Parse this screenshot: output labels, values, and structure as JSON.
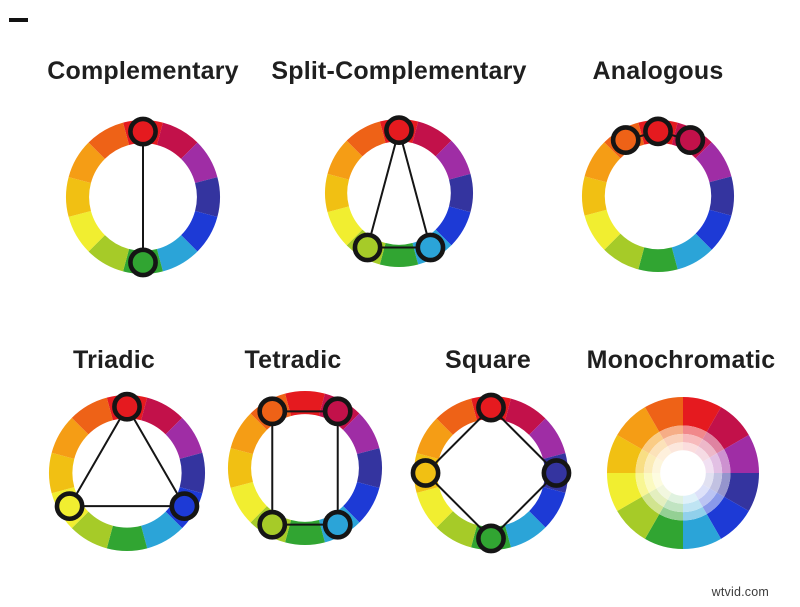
{
  "page": {
    "background": "#ffffff",
    "title_color": "#1f1f1f",
    "watermark": "wtvid.com"
  },
  "style": {
    "outline": "#151515",
    "line_width": 2,
    "dot_stroke": 4.6,
    "dot_radius": 12.6,
    "ring_inner_ratio": 0.7,
    "dot_orbit_ratio": 0.85
  },
  "palette": [
    {
      "name": "red",
      "hex": "#e51a1f"
    },
    {
      "name": "crimson",
      "hex": "#c2114a"
    },
    {
      "name": "magenta",
      "hex": "#9f2da5"
    },
    {
      "name": "indigo",
      "hex": "#34349f"
    },
    {
      "name": "blue",
      "hex": "#1d3ad6"
    },
    {
      "name": "cyan",
      "hex": "#2ba4d8"
    },
    {
      "name": "green",
      "hex": "#31a532"
    },
    {
      "name": "yellow-green",
      "hex": "#a6cb28"
    },
    {
      "name": "yellow",
      "hex": "#f1ee30"
    },
    {
      "name": "amber",
      "hex": "#f1c013"
    },
    {
      "name": "orange",
      "hex": "#f59d15"
    },
    {
      "name": "orange-red",
      "hex": "#ee6217"
    }
  ],
  "wheels": [
    {
      "id": "complementary",
      "title": "Complementary",
      "type": "ring",
      "dots": [
        0,
        6
      ],
      "connector": "chain",
      "scheme_colors": [
        "red",
        "green"
      ]
    },
    {
      "id": "split-complementary",
      "title": "Split-Complementary",
      "type": "ring",
      "dots": [
        0,
        7,
        5
      ],
      "connector": "polygon",
      "scheme_colors": [
        "red",
        "yellow-green",
        "cyan"
      ]
    },
    {
      "id": "analogous",
      "title": "Analogous",
      "type": "ring",
      "dots": [
        11,
        0,
        1
      ],
      "connector": "chain",
      "scheme_colors": [
        "orange-red",
        "red",
        "crimson"
      ]
    },
    {
      "id": "triadic",
      "title": "Triadic",
      "type": "ring",
      "dots": [
        0,
        4,
        8
      ],
      "connector": "polygon",
      "scheme_colors": [
        "red",
        "blue",
        "yellow"
      ]
    },
    {
      "id": "tetradic",
      "title": "Tetradic",
      "type": "ring",
      "dots": [
        11,
        1,
        5,
        7
      ],
      "connector": "polygon",
      "scheme_colors": [
        "orange-red",
        "crimson",
        "cyan",
        "yellow-green"
      ]
    },
    {
      "id": "square",
      "title": "Square",
      "type": "ring",
      "dots": [
        0,
        3,
        6,
        9
      ],
      "connector": "polygon",
      "scheme_colors": [
        "red",
        "indigo",
        "green",
        "amber"
      ]
    },
    {
      "id": "monochromatic",
      "title": "Monochromatic",
      "type": "disc",
      "dots": [],
      "connector": "none",
      "tint_levels": [
        1,
        0.52,
        0.3,
        0.15
      ],
      "band_radii": [
        1,
        0.625,
        0.515,
        0.405,
        0.295
      ],
      "core_white_ratio": 0.3
    }
  ]
}
